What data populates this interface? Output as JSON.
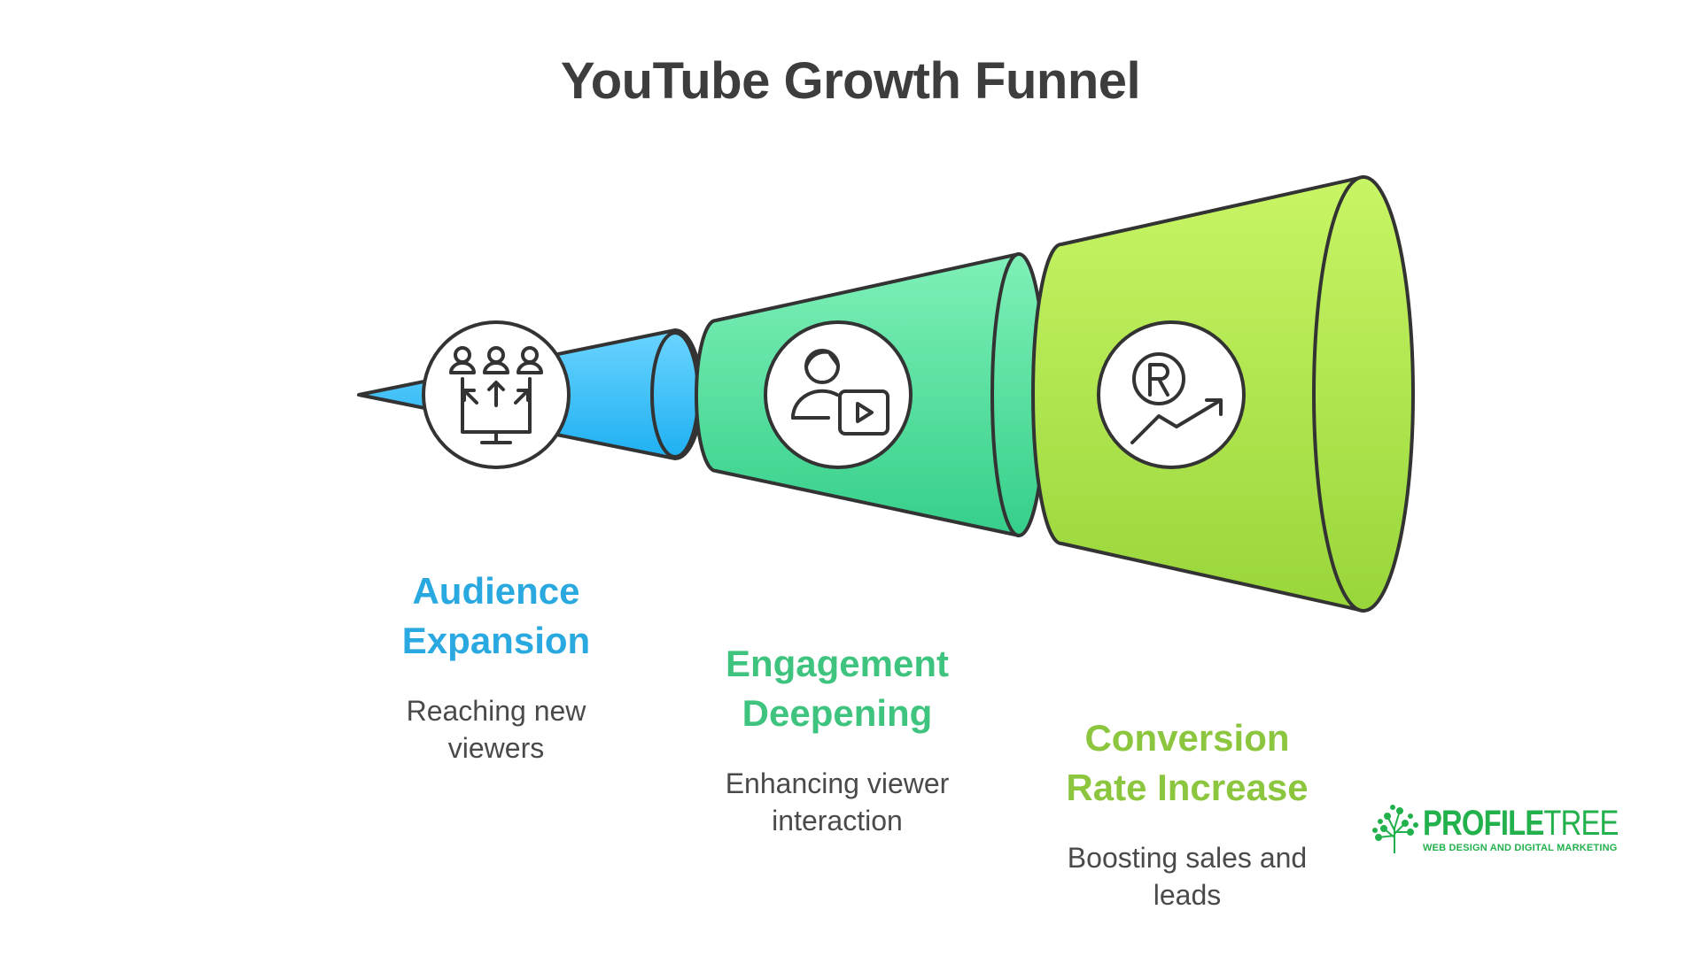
{
  "title": "YouTube Growth Funnel",
  "stages": [
    {
      "title_lines": [
        "Audience",
        "Expansion"
      ],
      "desc_lines": [
        "Reaching new",
        "viewers"
      ],
      "color": "#29a9e0",
      "icon": "audience-monitor-icon"
    },
    {
      "title_lines": [
        "Engagement",
        "Deepening"
      ],
      "desc_lines": [
        "Enhancing viewer",
        "interaction"
      ],
      "color": "#3ec47f",
      "icon": "viewer-video-icon"
    },
    {
      "title_lines": [
        "Conversion",
        "Rate Increase"
      ],
      "desc_lines": [
        "Boosting sales and",
        "leads"
      ],
      "color": "#8cc63f",
      "icon": "registered-growth-icon"
    }
  ],
  "logo": {
    "word_bold": "PROFILE",
    "word_thin": "TREE",
    "tagline": "WEB DESIGN AND DIGITAL MARKETING",
    "color": "#22b14c",
    "icon": "tree-logo-icon"
  }
}
